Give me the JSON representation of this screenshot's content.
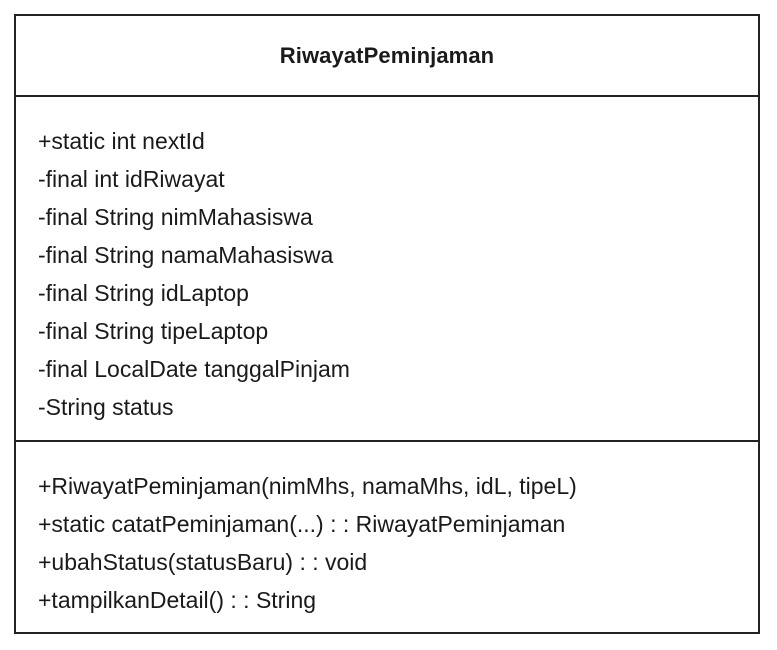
{
  "class": {
    "name": "RiwayatPeminjaman",
    "attributes": [
      "+static int nextId",
      "-final int idRiwayat",
      "-final String nimMahasiswa",
      "-final String namaMahasiswa",
      "-final String idLaptop",
      "-final String tipeLaptop",
      "-final LocalDate tanggalPinjam",
      "-String status"
    ],
    "methods": [
      "+RiwayatPeminjaman(nimMhs, namaMhs, idL, tipeL)",
      "+static catatPeminjaman(...) : : RiwayatPeminjaman",
      "+ubahStatus(statusBaru) : : void",
      "+tampilkanDetail() : : String"
    ]
  }
}
